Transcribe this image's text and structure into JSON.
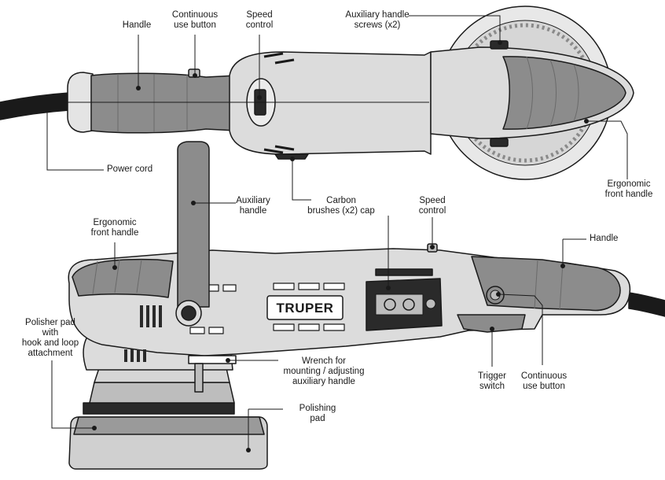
{
  "brand_text": "TRUPER",
  "labels": {
    "top_handle": [
      "Handle"
    ],
    "top_continuous_use_button": [
      "Continuous",
      "use button"
    ],
    "top_speed_control": [
      "Speed",
      "control"
    ],
    "top_aux_handle_screws": [
      "Auxiliary handle",
      "screws (x2)"
    ],
    "top_power_cord": [
      "Power cord"
    ],
    "top_ergonomic_front_handle": [
      "Ergonomic",
      "front handle"
    ],
    "side_auxiliary_handle": [
      "Auxiliary",
      "handle"
    ],
    "side_carbon_brushes_cap": [
      "Carbon",
      "brushes (x2) cap"
    ],
    "side_speed_control": [
      "Speed",
      "control"
    ],
    "side_ergonomic_front_handle": [
      "Ergonomic",
      "front handle"
    ],
    "side_handle": [
      "Handle"
    ],
    "side_polisher_pad": [
      "Polisher pad",
      "with",
      "hook and loop",
      "attachment"
    ],
    "side_wrench": [
      "Wrench for",
      "mounting / adjusting",
      "auxiliary handle"
    ],
    "side_trigger_switch": [
      "Trigger",
      "switch"
    ],
    "side_continuous_use_button": [
      "Continuous",
      "use button"
    ],
    "side_polishing_pad": [
      "Polishing",
      "pad"
    ]
  },
  "colors": {
    "body": "#dcdcdc",
    "body_light": "#ececec",
    "grip": "#8c8c8c",
    "dark": "#2a2a2a",
    "outline": "#1a1a1a"
  }
}
